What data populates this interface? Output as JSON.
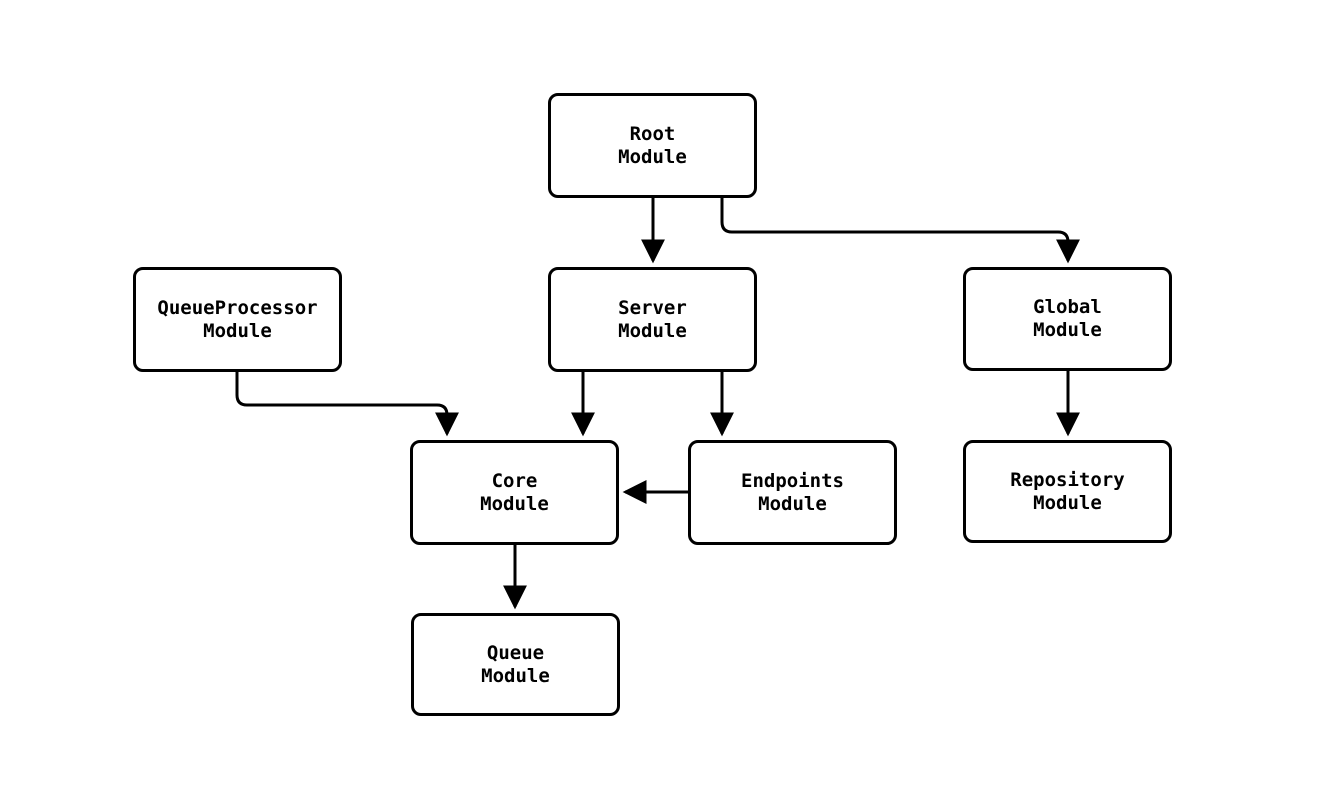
{
  "diagram": {
    "type": "flowchart",
    "direction": "top-down",
    "colors": {
      "background": "#ffffff",
      "node_fill": "#ffffff",
      "node_border": "#000000",
      "edge": "#000000",
      "text": "#000000"
    },
    "nodes": [
      {
        "id": "root",
        "label": "Root\nModule"
      },
      {
        "id": "queueprocessor",
        "label": "QueueProcessor\nModule"
      },
      {
        "id": "server",
        "label": "Server\nModule"
      },
      {
        "id": "global",
        "label": "Global\nModule"
      },
      {
        "id": "core",
        "label": "Core\nModule"
      },
      {
        "id": "endpoints",
        "label": "Endpoints\nModule"
      },
      {
        "id": "repository",
        "label": "Repository\nModule"
      },
      {
        "id": "queue",
        "label": "Queue\nModule"
      }
    ],
    "edges": [
      {
        "source": "root",
        "target": "server"
      },
      {
        "source": "root",
        "target": "global"
      },
      {
        "source": "queueprocessor",
        "target": "core"
      },
      {
        "source": "server",
        "target": "core"
      },
      {
        "source": "server",
        "target": "endpoints"
      },
      {
        "source": "endpoints",
        "target": "core"
      },
      {
        "source": "global",
        "target": "repository"
      },
      {
        "source": "core",
        "target": "queue"
      }
    ]
  }
}
